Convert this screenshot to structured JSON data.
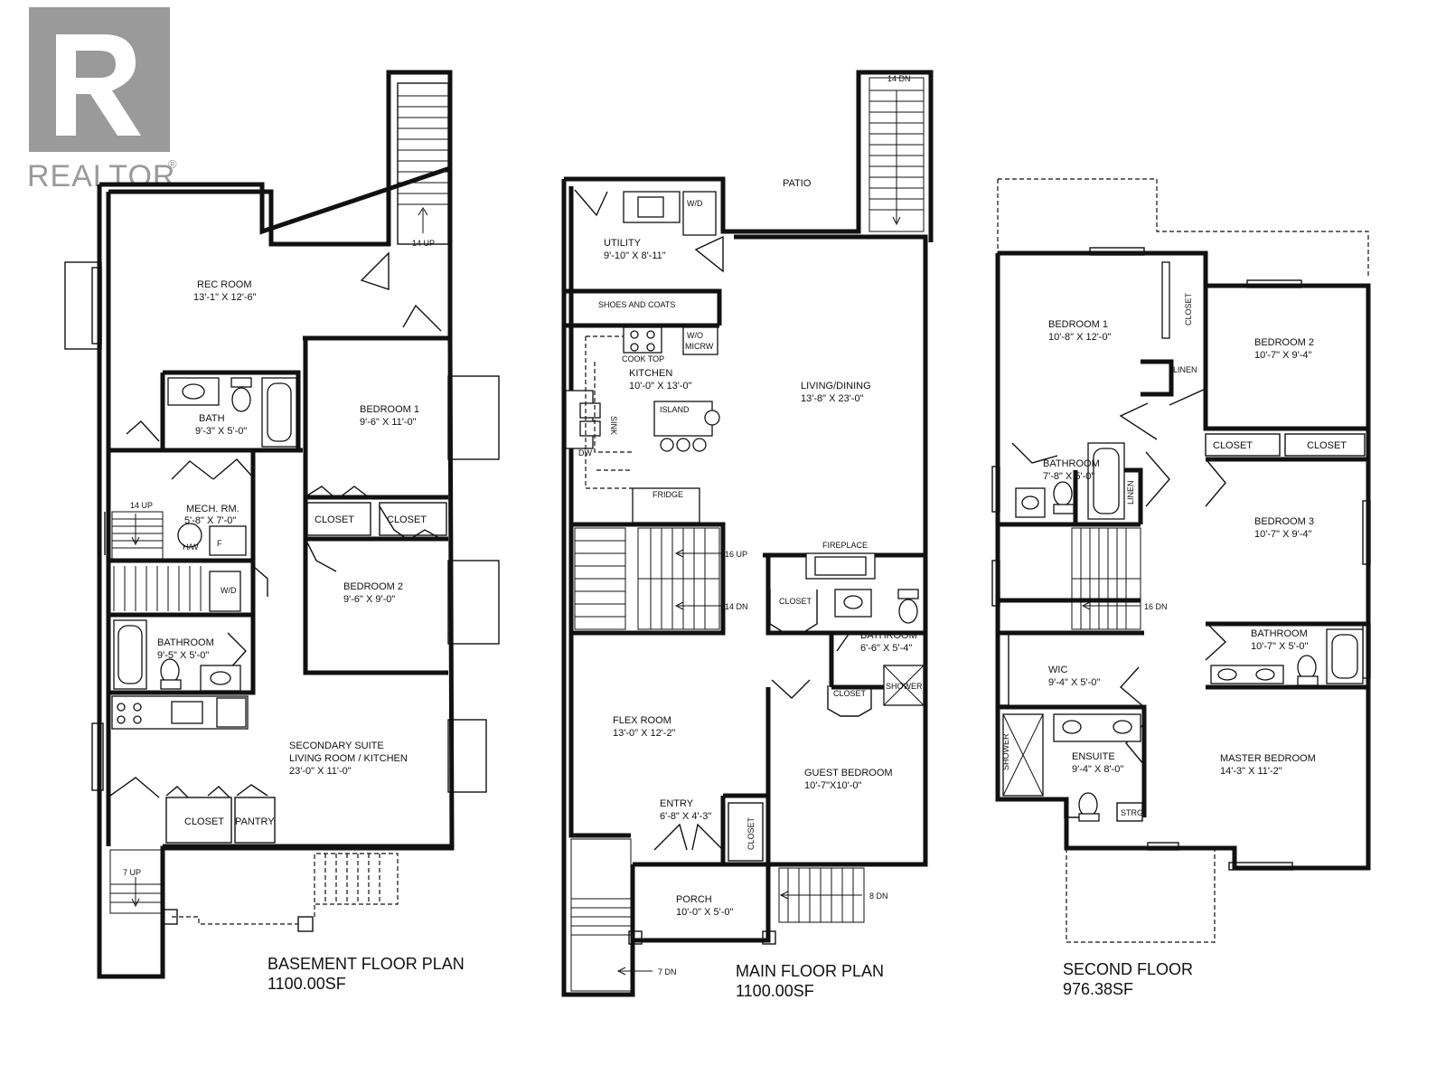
{
  "logo": {
    "text": "REALTOR",
    "mark": "®",
    "icon": "realtor-r-icon"
  },
  "basement": {
    "title": "BASEMENT FLOOR PLAN",
    "area": "1100.00SF",
    "rooms": {
      "rec_room": {
        "name": "REC ROOM",
        "dims": "13'-1\" X 12'-6\""
      },
      "bath": {
        "name": "BATH",
        "dims": "9'-3\" X 5'-0\""
      },
      "bedroom1": {
        "name": "BEDROOM 1",
        "dims": "9'-6\" X 11'-0\""
      },
      "mech": {
        "name": "MECH. RM.",
        "dims": "5'-8\" X 7'-0\""
      },
      "bedroom2": {
        "name": "BEDROOM 2",
        "dims": "9'-6\" X 9'-0\""
      },
      "bathroom": {
        "name": "BATHROOM",
        "dims": "9'-5\" X 5'-0\""
      },
      "suite": {
        "name": "SECONDARY SUITE",
        "name2": "LIVING ROOM / KITCHEN",
        "dims": "23'-0\" X 11'-0\""
      }
    },
    "labels": {
      "closet_a": "CLOSET",
      "closet_b": "CLOSET",
      "closet_c": "CLOSET",
      "pantry": "PANTRY",
      "hw": "H/W",
      "f": "F",
      "wd": "W/D",
      "stair_top": "14 UP",
      "stair_mid": "14 UP",
      "stair_bottom": "7 UP"
    }
  },
  "main": {
    "title": "MAIN FLOOR PLAN",
    "area": "1100.00SF",
    "rooms": {
      "utility": {
        "name": "UTILITY",
        "dims": "9'-10\" X 8'-11\""
      },
      "kitchen": {
        "name": "KITCHEN",
        "dims": "10'-0\" X 13'-0\""
      },
      "living": {
        "name": "LIVING/DINING",
        "dims": "13'-8\" X 23'-0\""
      },
      "bathroom": {
        "name": "BATHROOM",
        "dims": "6'-6\" X 5'-4\""
      },
      "flex": {
        "name": "FLEX ROOM",
        "dims": "13'-0\" X 12'-2\""
      },
      "guest": {
        "name": "GUEST BEDROOM",
        "dims": "10'-7\"X10'-0\""
      },
      "entry": {
        "name": "ENTRY",
        "dims": "6'-8\" X 4'-3\""
      },
      "porch": {
        "name": "PORCH",
        "dims": "10'-0\" X 5'-0\""
      }
    },
    "labels": {
      "patio": "PATIO",
      "wd": "W/D",
      "shoes": "SHOES AND COATS",
      "wo": "W/O",
      "micrw": "MICRW",
      "cooktop": "COOK TOP",
      "island": "ISLAND",
      "sink": "SINK",
      "dw": "DW",
      "fridge": "FRIDGE",
      "fireplace": "FIREPLACE",
      "closet_a": "CLOSET",
      "closet_b": "CLOSET",
      "closet_c": "CLOSET",
      "shower": "SHOWER",
      "stair_top": "14 DN",
      "stair_up": "16 UP",
      "stair_dn": "14 DN",
      "stair_porch": "8 DN",
      "stair_bottom": "7 DN"
    }
  },
  "second": {
    "title": "SECOND FLOOR",
    "area": "976.38SF",
    "rooms": {
      "bedroom1": {
        "name": "BEDROOM 1",
        "dims": "10'-8\" X 12'-0\""
      },
      "bedroom2": {
        "name": "BEDROOM 2",
        "dims": "10'-7\" X 9'-4\""
      },
      "bathroom_a": {
        "name": "BATHROOM",
        "dims": "7'-8\" X 5'-0\""
      },
      "bedroom3": {
        "name": "BEDROOM 3",
        "dims": "10'-7\" X 9'-4\""
      },
      "bathroom_b": {
        "name": "BATHROOM",
        "dims": "10'-7\" X 5'-0\""
      },
      "wic": {
        "name": "WIC",
        "dims": "9'-4\" X 5'-0\""
      },
      "ensuite": {
        "name": "ENSUITE",
        "dims": "9'-4\" X 8'-0\""
      },
      "master": {
        "name": "MASTER BEDROOM",
        "dims": "14'-3\" X 11'-2\""
      }
    },
    "labels": {
      "closet_v": "CLOSET",
      "linen_a": "LINEN",
      "linen_b": "LINEN",
      "closet_a": "CLOSET",
      "closet_b": "CLOSET",
      "shower": "SHOWER",
      "strg": "STRG",
      "stair": "16 DN"
    }
  }
}
